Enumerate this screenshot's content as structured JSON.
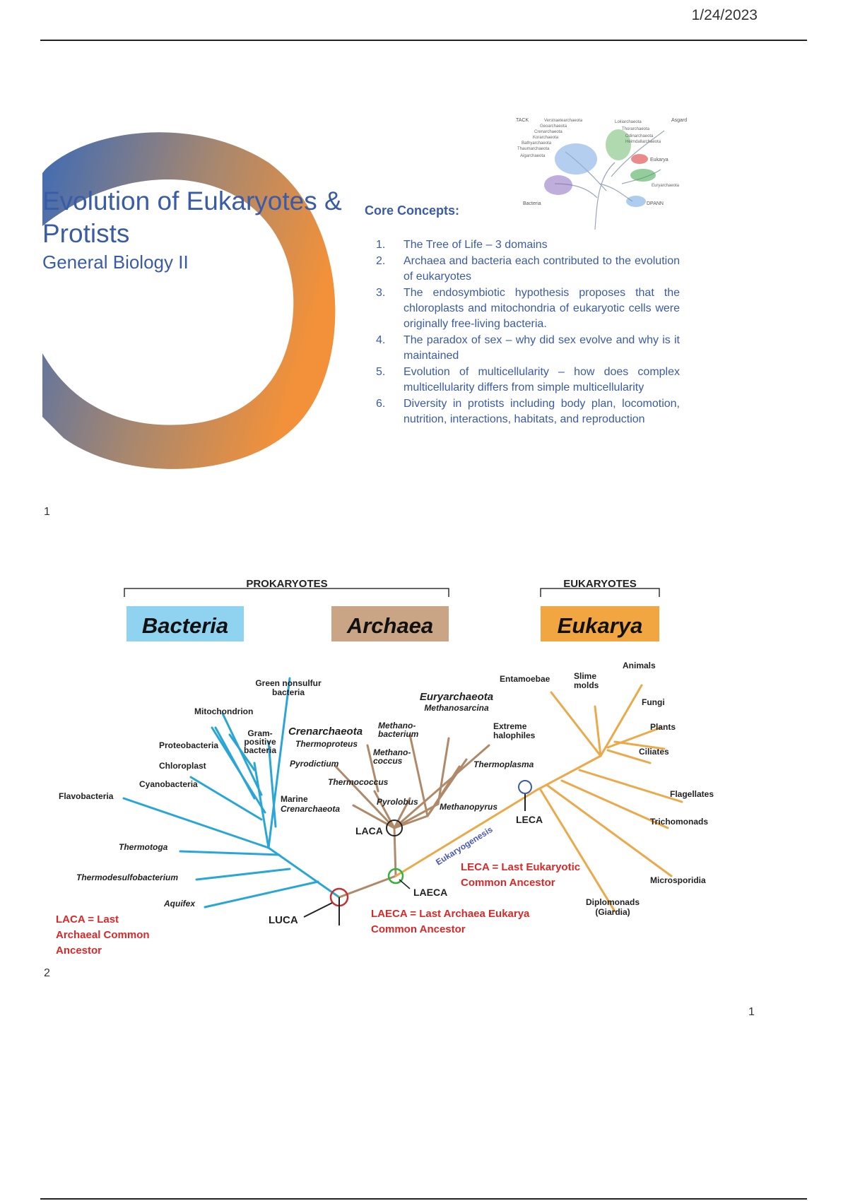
{
  "header": {
    "date": "1/24/2023"
  },
  "slide1": {
    "title": "Evolution of Eukaryotes & Protists",
    "subtitle": "General Biology II",
    "core_heading": "Core Concepts:",
    "concepts": [
      {
        "num": "1.",
        "text": "The Tree of Life – 3 domains"
      },
      {
        "num": "2.",
        "text": "Archaea and bacteria each contributed to the evolution of eukaryotes"
      },
      {
        "num": "3.",
        "text": "The endosymbiotic hypothesis proposes that the chloroplasts and mitochondria of eukaryotic cells were originally free-living bacteria."
      },
      {
        "num": "4.",
        "text": "The paradox of sex – why did sex evolve and why is it maintained"
      },
      {
        "num": "5.",
        "text": "Evolution of multicellularity – how does complex multicellularity differs from simple multicellularity"
      },
      {
        "num": "6.",
        "text": "Diversity in protists including body plan, locomotion, nutrition, interactions, habitats, and reproduction"
      }
    ],
    "thumbnail_labels": {
      "tack": "TACK",
      "asgard": "Asgard",
      "bacteria": "Bacteria",
      "eukarya": "Eukarya",
      "dpann": "DPANN",
      "tack_list": [
        "Verstraetearchaeota",
        "Geoarchaeota",
        "Crenarchaeota",
        "Korarchaeota",
        "Bathyarchaeota",
        "Thaumarchaeota",
        "Aigarchaeota"
      ],
      "asgard_list": [
        "Lokiarchaeota",
        "Thorarchaeota",
        "Odinarchaeota",
        "Heimdallarchaeota"
      ],
      "euryarchaeota": "Euryarchaeota"
    },
    "number": "1"
  },
  "slide2": {
    "number": "2",
    "prokaryotes": "PROKARYOTES",
    "eukaryotes": "EUKARYOTES",
    "domains": {
      "bacteria": "Bacteria",
      "archaea": "Archaea",
      "eukarya": "Eukarya"
    },
    "colors": {
      "bacteria": "#2aa6d6",
      "archaea": "#b58e6c",
      "eukarya": "#f0a43c",
      "red": "#d8292a"
    },
    "bacteria_labels": {
      "green_nonsulfur_1": "Green nonsulfur",
      "green_nonsulfur_2": "bacteria",
      "mitochondrion": "Mitochondrion",
      "gram_1": "Gram-",
      "gram_2": "positive",
      "gram_3": "bacteria",
      "proteobacteria": "Proteobacteria",
      "chloroplast": "Chloroplast",
      "cyanobacteria": "Cyanobacteria",
      "flavobacteria": "Flavobacteria",
      "thermotoga": "Thermotoga",
      "thermodesulfobacterium": "Thermodesulfobacterium",
      "aquifex": "Aquifex"
    },
    "archaea_labels": {
      "euryarchaeota": "Euryarchaeota",
      "methanosarcina": "Methanosarcina",
      "crenarchaeota": "Crenarchaeota",
      "thermoproteus": "Thermoproteus",
      "methanobacterium_1": "Methano-",
      "methanobacterium_2": "bacterium",
      "methanococcus_1": "Methano-",
      "methanococcus_2": "coccus",
      "pyrodictium": "Pyrodictium",
      "thermococcus": "Thermococcus",
      "marine_1": "Marine",
      "marine_2": "Crenarchaeota",
      "pyrolobus": "Pyrolobus",
      "methanopyrus": "Methanopyrus",
      "extreme_1": "Extreme",
      "extreme_2": "halophiles",
      "thermoplasma": "Thermoplasma"
    },
    "eukarya_labels": {
      "entamoebae": "Entamoebae",
      "slime_1": "Slime",
      "slime_2": "molds",
      "animals": "Animals",
      "fungi": "Fungi",
      "plants": "Plants",
      "ciliates": "Ciliates",
      "flagellates": "Flagellates",
      "trichomonads": "Trichomonads",
      "microsporidia": "Microsporidia",
      "diplomonads_1": "Diplomonads",
      "diplomonads_2": "(Giardia)"
    },
    "nodes": {
      "luca": "LUCA",
      "laca": "LACA",
      "laeca": "LAECA",
      "leca": "LECA",
      "eukaryogenesis": "Eukaryogenesis"
    },
    "defs": {
      "laca_1": "LACA = Last",
      "laca_2": "Archaeal Common",
      "laca_3": "Ancestor",
      "laeca_1": "LAECA = Last Archaea Eukarya",
      "laeca_2": "Common Ancestor",
      "leca_1": "LECA = Last Eukaryotic",
      "leca_2": "Common Ancestor"
    }
  },
  "footer": {
    "page_number": "1"
  }
}
